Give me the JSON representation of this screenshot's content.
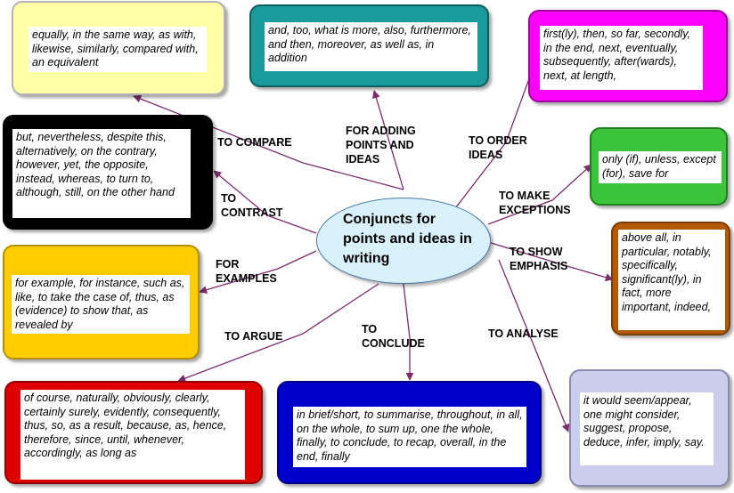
{
  "center": {
    "title": "Conjuncts for points and ideas in writing"
  },
  "branches": [
    {
      "id": "compare",
      "label": "TO COMPARE",
      "text": "equally, in the same way, as with, likewise, similarly, compared with, an equivalent",
      "box_color": "#ffffa8",
      "border_color": "#b3b3b3"
    },
    {
      "id": "adding",
      "label": "FOR ADDING\nPOINTS AND\nIDEAS",
      "text": "and, too, what is more, also, furthermore, and then, moreover, as well as, in addition",
      "box_color": "#1a9a9a",
      "border_color": "#0b5f5f"
    },
    {
      "id": "order",
      "label": "TO ORDER\nIDEAS",
      "text": "first(ly), then, so far, secondly, in the end, next, eventually, subsequently, after(wards), next, at length,",
      "box_color": "#ff00ff",
      "border_color": "#a000a0"
    },
    {
      "id": "contrast",
      "label": "TO\nCONTRAST",
      "text": "but, nevertheless, despite this, alternatively, on the contrary, however, yet, the opposite, instead, whereas, to turn to, although, still, on the other hand",
      "box_color": "#000000",
      "border_color": "#000000"
    },
    {
      "id": "exceptions",
      "label": "TO MAKE\nEXCEPTIONS",
      "text": "only (if), unless, except (for), save for",
      "box_color": "#3cc43c",
      "border_color": "#1f7f1f"
    },
    {
      "id": "emphasis",
      "label": "TO SHOW\nEMPHASIS",
      "text": "above all, in particular, notably, specifically, significant(ly), in fact, more important, indeed,",
      "box_color": "#b35a00",
      "border_color": "#7a3c00"
    },
    {
      "id": "examples",
      "label": "FOR\nEXAMPLES",
      "text": "for example, for instance, such as, like, to take the case of, thus, as (evidence) to show that, as revealed by",
      "box_color": "#ffcc00",
      "border_color": "#b38f00"
    },
    {
      "id": "argue",
      "label": "TO ARGUE",
      "text": "of course, naturally, obviously, clearly, certainly surely, evidently, consequently, thus, so, as a result, because, as, hence, therefore, since, until, whenever, accordingly, as long as",
      "box_color": "#e00000",
      "border_color": "#900000"
    },
    {
      "id": "conclude",
      "label": "TO\nCONCLUDE",
      "text": "in brief/short, to summarise, throughout, in all, on the whole, to sum up, one the whole, finally, to conclude, to recap, overall, in the end, finally",
      "box_color": "#0000cc",
      "border_color": "#000080"
    },
    {
      "id": "analyse",
      "label": "TO ANALYSE",
      "text": "it would seem/appear, one might consider, suggest, propose, deduce, infer, imply, say.",
      "box_color": "#ccccec",
      "border_color": "#8a8ab0"
    }
  ],
  "colors": {
    "line": "#7b2d6b",
    "center_fill": "#d9f1fb",
    "center_border": "#4c79a8"
  }
}
